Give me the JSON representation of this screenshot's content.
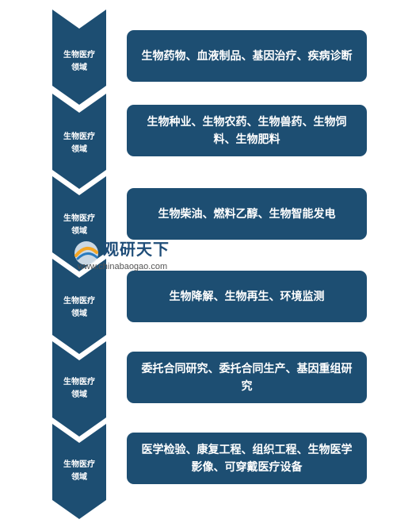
{
  "rows": [
    {
      "category": "生物医疗领域",
      "content": "生物药物、血液制品、基因治疗、疾病诊断"
    },
    {
      "category": "生物医疗领域",
      "content": "生物种业、生物农药、生物兽药、生物饲料、生物肥料"
    },
    {
      "category": "生物医疗领域",
      "content": "生物柴油、燃料乙醇、生物智能发电"
    },
    {
      "category": "生物医疗领域",
      "content": "生物降解、生物再生、环境监测"
    },
    {
      "category": "生物医疗领域",
      "content": "委托合同研究、委托合同生产、基因重组研究"
    },
    {
      "category": "生物医疗领域",
      "content": "医学检验、康复工程、组织工程、生物医学影像、可穿戴医疗设备"
    }
  ],
  "watermark": {
    "title": "观研天下",
    "url": "www.chinabaogao.com"
  },
  "colors": {
    "primary": "#1d4e72",
    "text": "#ffffff",
    "accent": "#f5a623"
  }
}
